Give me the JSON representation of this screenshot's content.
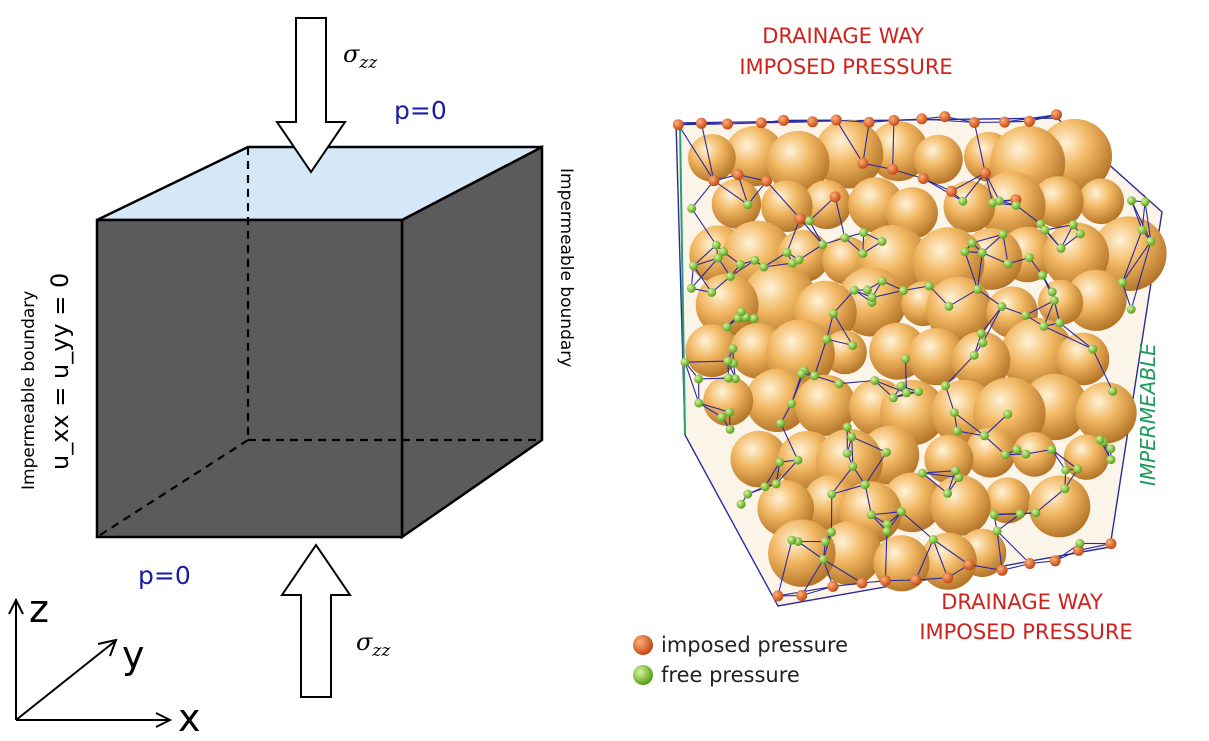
{
  "left_diagram": {
    "sigma_symbol": "σ",
    "sigma_subscript": "zz",
    "top_pressure": "p=0",
    "bottom_pressure": "p=0",
    "left_boundary": "Impermeable boundary",
    "right_boundary": "Impermeable boundary",
    "displacement_condition": "u_xx = u_yy = 0",
    "axes": {
      "z": "z",
      "y": "y",
      "x": "x"
    }
  },
  "right_image": {
    "top_label_line1": "DRAINAGE WAY",
    "top_label_line2": "IMPOSED PRESSURE",
    "bottom_label_line1": "DRAINAGE WAY",
    "bottom_label_line2": "IMPOSED PRESSURE",
    "side_label": "IMPERMEABLE",
    "legend": [
      {
        "label": "imposed pressure",
        "color": "#e0521a"
      },
      {
        "label": "free pressure",
        "color": "#7fc621"
      }
    ]
  },
  "colors": {
    "cube_front": "#5b5b5b",
    "cube_top": "#d5e8f8",
    "sphere": "#f0b45c",
    "edges": "#2a2aa0"
  }
}
